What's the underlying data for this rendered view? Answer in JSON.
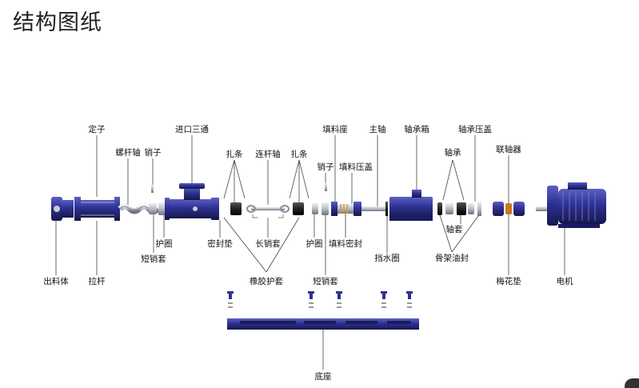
{
  "title": "结构图纸",
  "labels": {
    "dingzi": "定子",
    "luoganzhou": "螺杆轴",
    "xiaozi1": "销子",
    "jinkou": "进口三通",
    "zhatiao1": "扎条",
    "lianganzhou": "连杆轴",
    "zhatiao2": "扎条",
    "tianliaozuo": "填料座",
    "zhuzhou": "主轴",
    "zhouchengxiang": "轴承箱",
    "zhouchengyagai": "轴承压盖",
    "xiaozi2": "销子",
    "tianliaoyagai": "填料压盖",
    "zhoucheng": "轴承",
    "lianzhouqi": "联轴器",
    "huquan1": "护圈",
    "duanxiaotao1": "短销套",
    "mifengdian": "密封垫",
    "changxiaotao": "长销套",
    "huquan2": "护圈",
    "tianliaomifeng": "填料密封",
    "zhoutao": "轴套",
    "dangshuiquan": "挡水圈",
    "gujiayoufeng": "骨架油封",
    "chuliaoti": "出料体",
    "lagan": "拉杆",
    "xiangjiaohutao": "橡胶护套",
    "duanxiaotao2": "短销套",
    "meihuadian": "梅花垫",
    "dianji": "电机",
    "dizuo": "底座"
  },
  "colors": {
    "part_blue": "#2e3192",
    "part_dark": "#1a1c5e",
    "steel": "#c9ccd4",
    "steel_dark": "#8a8e99"
  }
}
